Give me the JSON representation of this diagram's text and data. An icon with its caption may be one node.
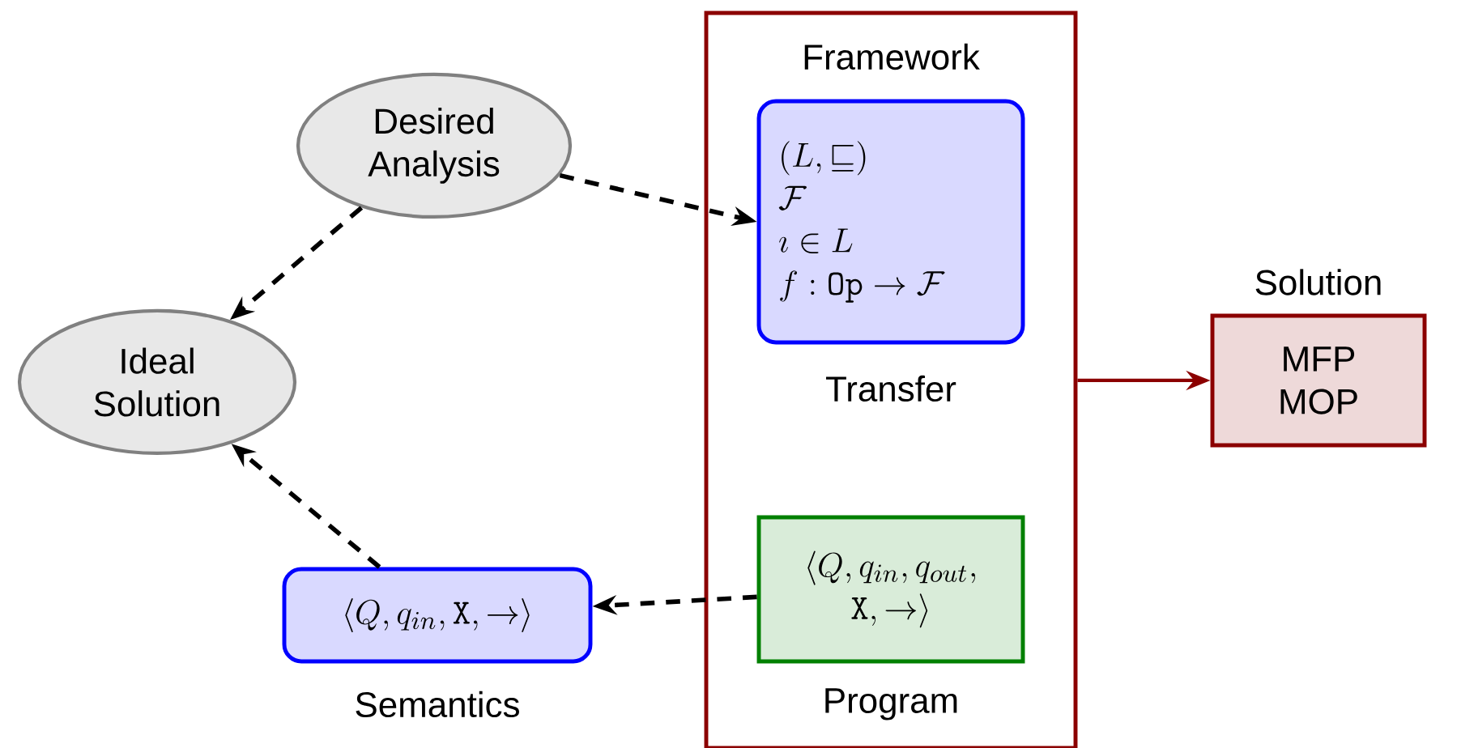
{
  "diagram": {
    "nodes": [
      {
        "text": [
          "Framework"
        ]
      },
      {
        "text": [
          "Desired Analysis"
        ]
      },
      {
        "text": [
          "(L, \\sqsubseteq)",
          "\\mathcal{F}",
          "\\imath \\in L",
          "f : \\mathtt{Op} \\rightarrow \\mathcal{F}"
        ],
        "in": 0,
        "beside": [
          "Transfer"
        ]
      },
      {
        "text": [
          "Ideal Solution"
        ]
      },
      {
        "text": [
          "Solution",
          "MFP",
          "MOP"
        ]
      },
      {
        "text": [
          "\\langle Q, q_{in}, \\mathtt{X}, \\rightarrow \\rangle"
        ],
        "beside": [
          "Semantics"
        ]
      },
      {
        "text": [
          "\\langle Q, q_{in}, q_{out},",
          "\\mathtt{X}, \\rightarrow \\rangle"
        ],
        "in": 0,
        "beside": [
          "Program"
        ]
      }
    ],
    "edges": [
      {
        "from": 1,
        "to": 2,
        "arrow": "to",
        "style": "dashed"
      },
      {
        "from": 1,
        "to": 3,
        "arrow": "to",
        "style": "dashed"
      },
      {
        "from": 5,
        "to": 3,
        "arrow": "to",
        "style": "dashed"
      },
      {
        "from": 6,
        "to": 5,
        "arrow": "to",
        "style": "dashed"
      },
      {
        "from": 0,
        "to": 4,
        "arrow": "to",
        "color": "#8b0000"
      }
    ]
  }
}
